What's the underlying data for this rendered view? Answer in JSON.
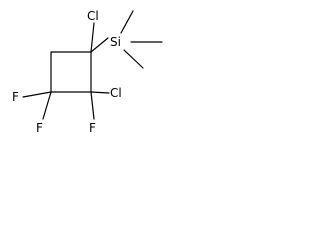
{
  "molecule": {
    "atoms": {
      "cl_top": "Cl",
      "si": "Si",
      "cl_right": "Cl",
      "f_left": "F",
      "f_bottom_left": "F",
      "f_bottom_right": "F"
    }
  },
  "colors": {
    "bond": "#000000",
    "label": "#000000",
    "background": "#ffffff"
  }
}
